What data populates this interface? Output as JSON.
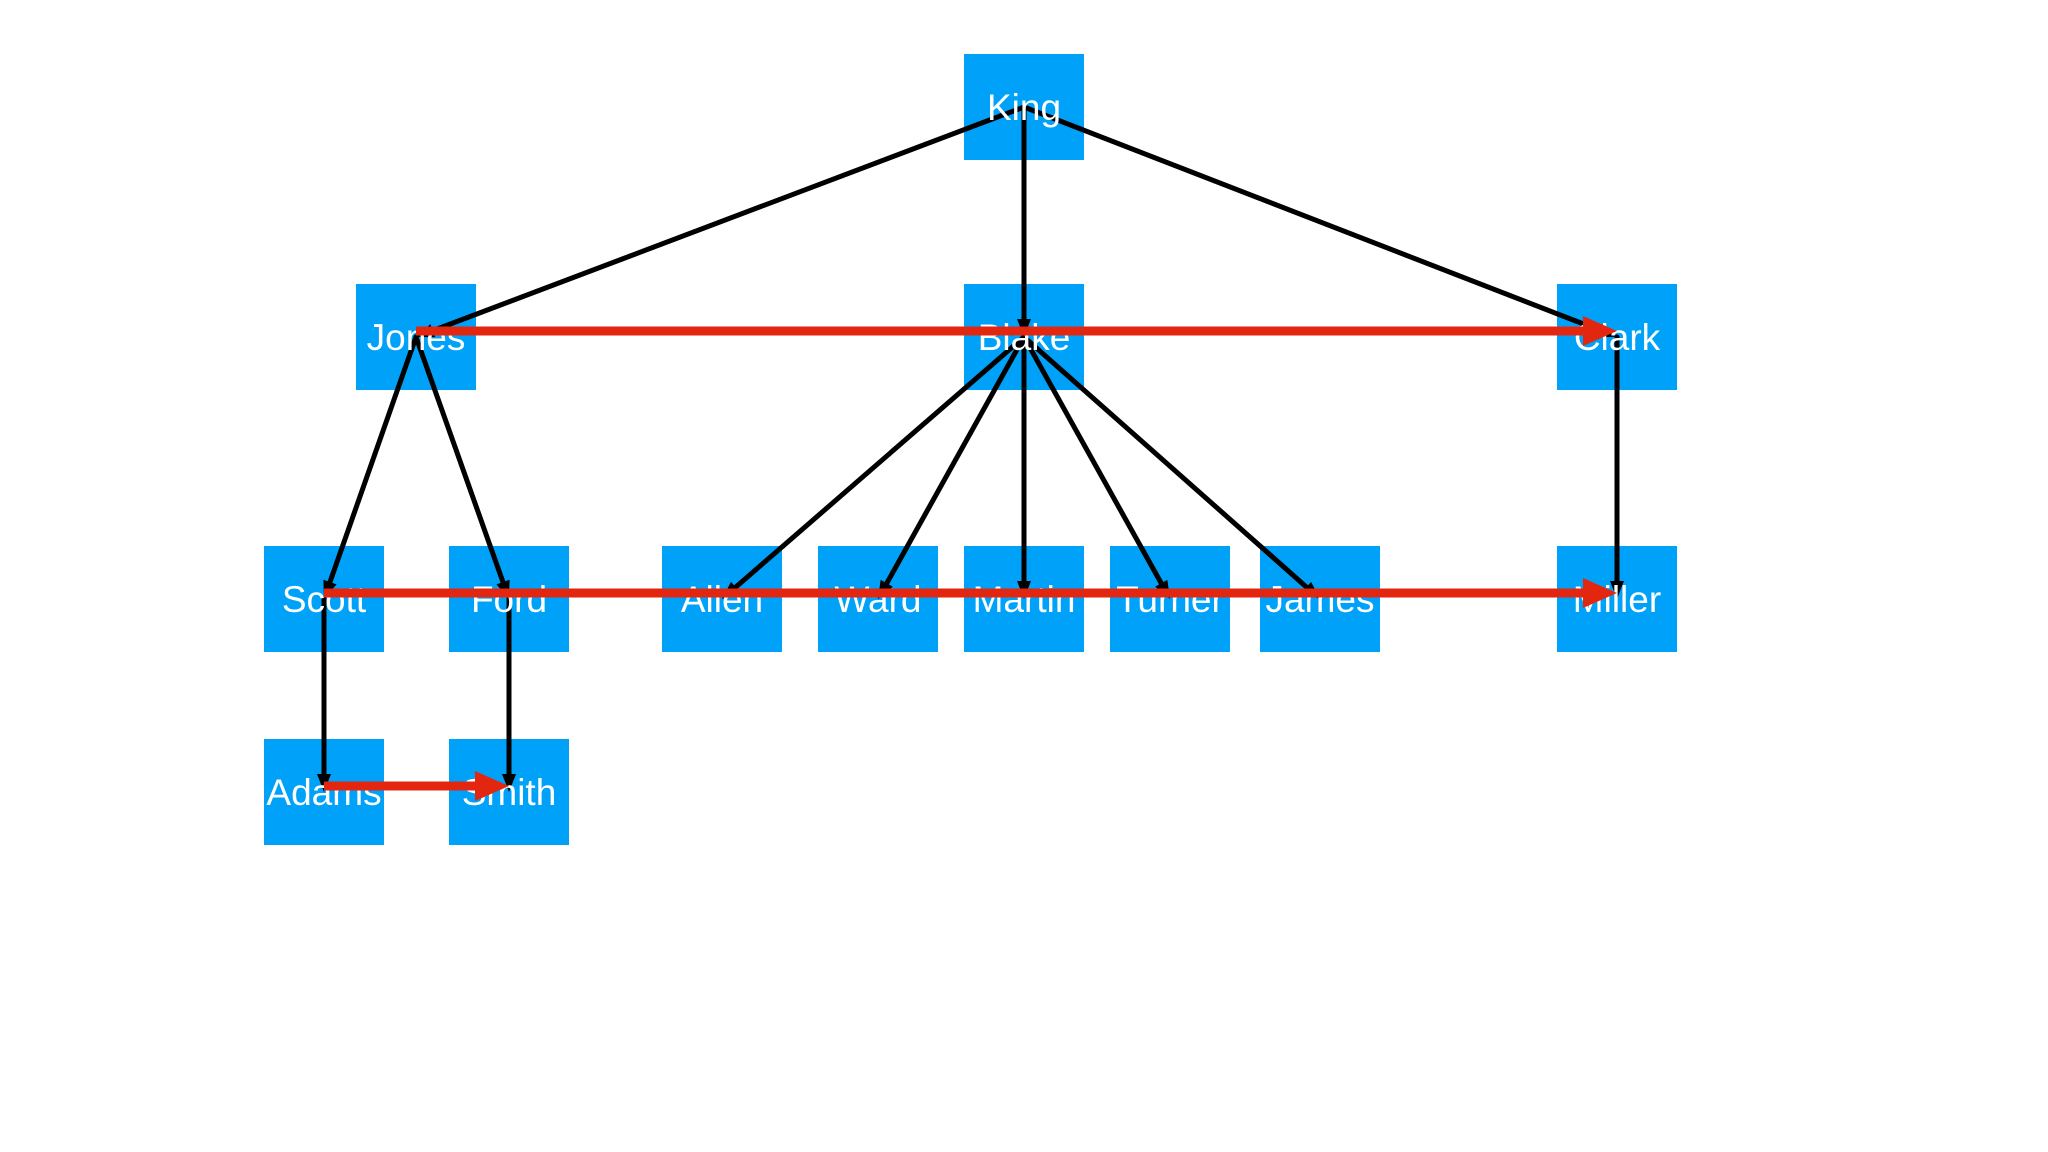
{
  "colors": {
    "background": "#ffffff",
    "node_fill": "#00a2f9",
    "node_text": "#ffffff",
    "tree_edge": "#000000",
    "traversal_arrow": "#e3260f"
  },
  "nodes": [
    {
      "id": "king",
      "label": "King"
    },
    {
      "id": "jones",
      "label": "Jones"
    },
    {
      "id": "blake",
      "label": "Blake"
    },
    {
      "id": "clark",
      "label": "Clark"
    },
    {
      "id": "scott",
      "label": "Scott"
    },
    {
      "id": "ford",
      "label": "Ford"
    },
    {
      "id": "allen",
      "label": "Allen"
    },
    {
      "id": "ward",
      "label": "Ward"
    },
    {
      "id": "martin",
      "label": "Martin"
    },
    {
      "id": "turner",
      "label": "Turner"
    },
    {
      "id": "james",
      "label": "James"
    },
    {
      "id": "miller",
      "label": "Miller"
    },
    {
      "id": "adams",
      "label": "Adams"
    },
    {
      "id": "smith",
      "label": "Smith"
    }
  ],
  "tree_edges": [
    {
      "from": "king",
      "to": "jones"
    },
    {
      "from": "king",
      "to": "blake"
    },
    {
      "from": "king",
      "to": "clark"
    },
    {
      "from": "jones",
      "to": "scott"
    },
    {
      "from": "jones",
      "to": "ford"
    },
    {
      "from": "blake",
      "to": "allen"
    },
    {
      "from": "blake",
      "to": "ward"
    },
    {
      "from": "blake",
      "to": "martin"
    },
    {
      "from": "blake",
      "to": "turner"
    },
    {
      "from": "blake",
      "to": "james"
    },
    {
      "from": "clark",
      "to": "miller"
    },
    {
      "from": "scott",
      "to": "adams"
    },
    {
      "from": "ford",
      "to": "smith"
    }
  ],
  "level_arrows": [
    {
      "from": "jones",
      "to": "clark"
    },
    {
      "from": "scott",
      "to": "miller"
    },
    {
      "from": "adams",
      "to": "smith"
    }
  ]
}
